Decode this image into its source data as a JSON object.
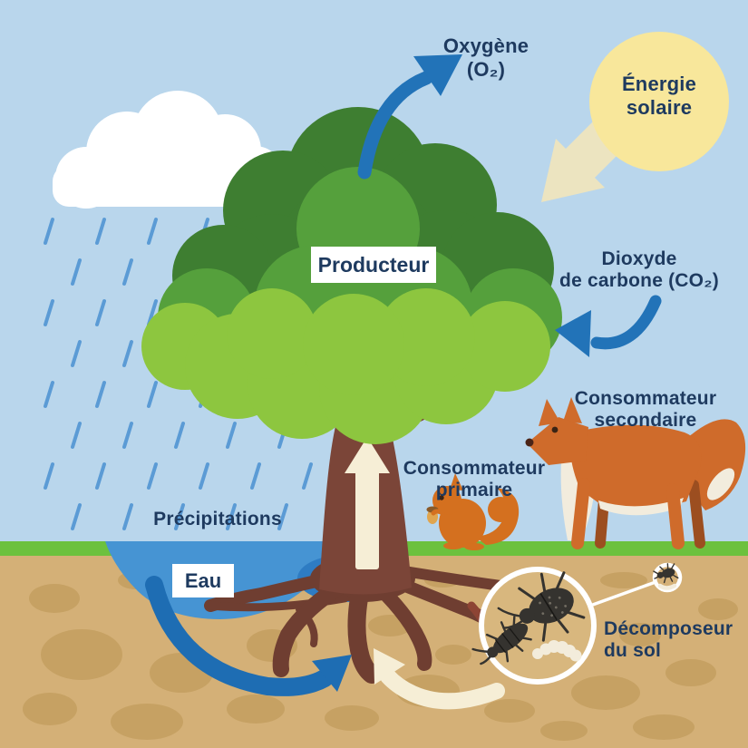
{
  "labels": {
    "oxygen": "Oxygène\n(O₂)",
    "solar_energy": "Énergie\nsolaire",
    "producer": "Producteur",
    "carbon_dioxide": "Dioxyde\nde carbone (CO₂)",
    "secondary_consumer": "Consommateur\nsecondaire",
    "primary_consumer": "Consommateur\nprimaire",
    "precipitation": "Précipitations",
    "water": "Eau",
    "soil_decomposer": "Décomposeur\ndu sol"
  },
  "colors": {
    "sky": "#b9d6ec",
    "text_navy": "#1e3a5f",
    "arrow_blue": "#2273b8",
    "arrow_blue_deep": "#1e6db3",
    "cream_arrow": "#f6eed6",
    "sun": "#f8e79b",
    "sun_arrow": "#ece4c0",
    "cloud": "#ffffff",
    "rain": "#5b9bd5",
    "grass": "#6cc13e",
    "soil": "#d4b077",
    "pebble": "#c6a163",
    "water": "#4694d3",
    "water_deep": "#2e7cc3",
    "leaf_dark": "#3e7e31",
    "leaf_mid": "#55a03c",
    "leaf_light": "#8dc63f",
    "trunk": "#7b4538",
    "root": "#6f3e31",
    "root_accent": "#8d4434",
    "fox_orange": "#cf6b2b",
    "fox_dark_leg": "#9c4e20",
    "fox_white": "#f2ecdd",
    "squirrel_orange": "#d4701f",
    "insect_dark": "#35332f",
    "label_bg": "#ffffff"
  }
}
